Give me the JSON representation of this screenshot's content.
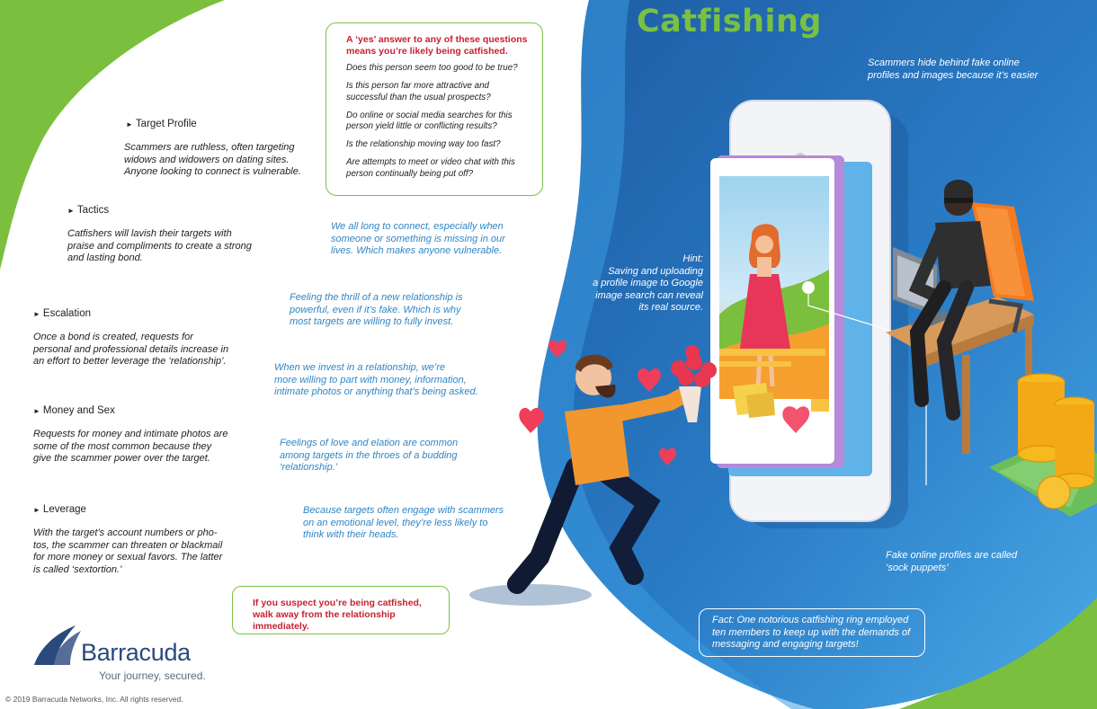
{
  "title": "Catfishing",
  "questions_box": {
    "heading": "A ‘yes’ answer to any of these questions means you’re likely being catfished.",
    "items": [
      "Does this person seem too good to be true?",
      "Is this person far more attractive and successful than the usual prospects?",
      "Do online or social media searches for this person yield little or conflicting results?",
      "Is the relationship moving way too fast?",
      "Are attempts to meet or video chat with this person continually being put off?"
    ]
  },
  "sections": [
    {
      "heading": "Target Profile",
      "body": [
        "Scammers are ruthless, often targeting",
        "widows and widowers on dating sites.",
        "Anyone looking to connect is vulnerable."
      ]
    },
    {
      "heading": "Tactics",
      "body": [
        "Catfishers will lavish their targets with",
        "praise and compliments to create a strong",
        "and lasting bond."
      ]
    },
    {
      "heading": "Escalation",
      "body": [
        "Once a bond is created, requests for",
        "personal and professional details increase in",
        "an effort to better leverage the ‘relationship’."
      ]
    },
    {
      "heading": "Money and Sex",
      "body": [
        "Requests for money and intimate photos are",
        "some of the most common because they",
        "give the scammer power over the target."
      ]
    },
    {
      "heading": "Leverage",
      "body": [
        "With the target’s account numbers or pho-",
        "tos, the scammer can threaten or blackmail",
        "for more money or sexual favors. The latter",
        "is called ‘sextortion.’"
      ]
    }
  ],
  "blue_notes": [
    [
      "We all long to connect, especially when",
      "someone or something is missing in our",
      "lives. Which makes anyone vulnerable."
    ],
    [
      "Feeling the thrill of a new relationship is",
      "powerful, even if it’s fake. Which is why",
      "most targets are willing to fully invest."
    ],
    [
      "When we invest in a relationship, we’re",
      "more willing to part with money, information,",
      "intimate photos or anything that’s being asked."
    ],
    [
      "Feelings of love and elation are common",
      "among targets in the throes of a budding",
      "‘relationship.’"
    ],
    [
      "Because targets often engage with scammers",
      "on an emotional level, they’re less likely to",
      "think with their heads."
    ]
  ],
  "white_notes": {
    "scammers": [
      "Scammers hide behind fake online",
      "profiles and images because it’s easier"
    ],
    "hint": [
      "Hint:",
      "Saving and uploading",
      "a profile image to Google",
      "image search can reveal",
      "its real source."
    ],
    "sock_puppets": [
      "Fake online profiles are called",
      "‘sock puppets’"
    ],
    "fact": [
      "Fact: One notorious catfishing ring employed",
      "ten members to keep up with the demands of",
      "messaging and engaging targets!"
    ]
  },
  "warning": "If you suspect you’re being catfished, walk away from the relationship immediately.",
  "logo": {
    "name": "Barracuda",
    "tagline": "Your journey, secured."
  },
  "copyright": "© 2019 Barracuda Networks, Inc. All rights reserved.",
  "colors": {
    "green": "#79c043",
    "blue_dark": "#1f5ea3",
    "blue_light": "#3d9ee0",
    "red": "#c8202f",
    "note_blue": "#2f86c5"
  }
}
